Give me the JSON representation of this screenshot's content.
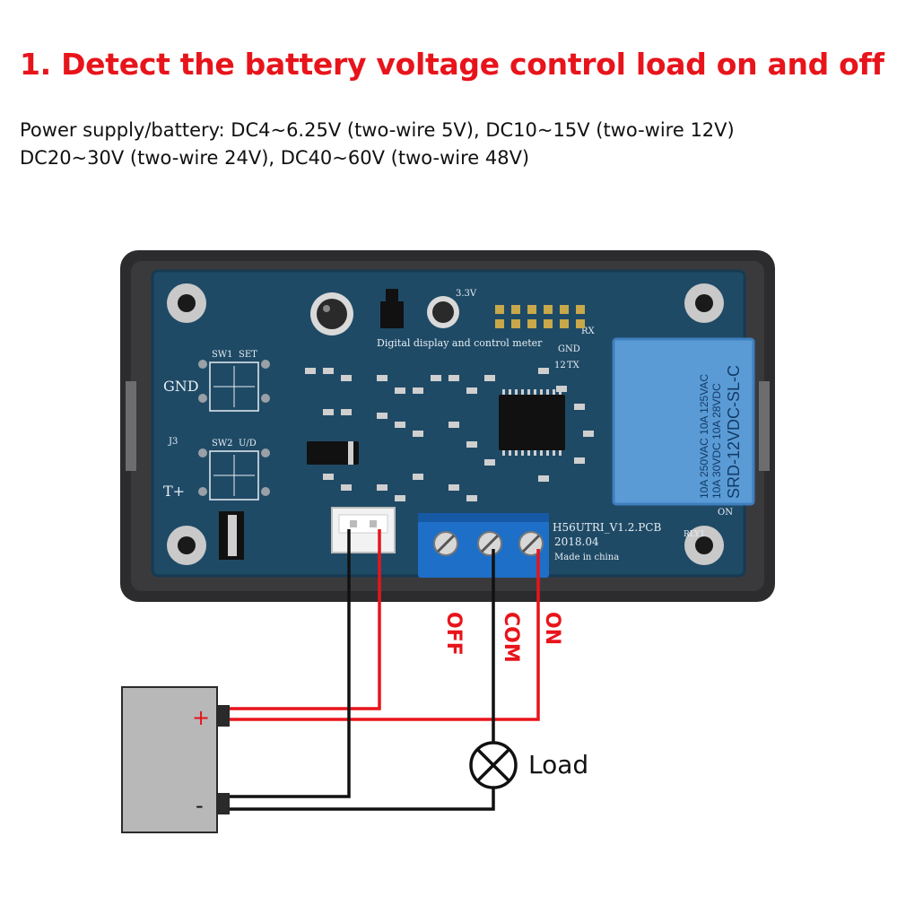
{
  "heading": {
    "title": "1. Detect the battery voltage control load on and off"
  },
  "description": {
    "line1": "Power supply/battery: DC4~6.25V (two-wire 5V), DC10~15V (two-wire 12V)",
    "line2": "DC20~30V (two-wire 24V), DC40~60V (two-wire 48V)"
  },
  "board": {
    "silk_title": "Digital display and control meter",
    "model": "H56UTRI_V1.2.PCB",
    "date": "2018.04",
    "made_in": "Made in china",
    "gnd_label": "GND",
    "tplus_label": "T+",
    "sw1": "SW1",
    "set": "SET",
    "sw2": "SW2",
    "ud": "U/D",
    "j3": "J3",
    "rly": "RLY1",
    "on_silk": "ON",
    "v33": "3.3V",
    "tx": "TX",
    "rx": "RX",
    "gnd2": "GND",
    "k12": "12"
  },
  "relay": {
    "model": "SRD-12VDC-SL-C",
    "rating1": "10A 250VAC  10A 125VAC",
    "rating2": "10A 30VDC  10A 28VDC"
  },
  "terminals": {
    "off": "OFF",
    "com": "COM",
    "on": "ON"
  },
  "battery": {
    "plus": "+",
    "minus": "-"
  },
  "load": {
    "label": "Load"
  },
  "colors": {
    "title_red": "#e8141b",
    "wire_red": "#e8141b",
    "wire_black": "#111111",
    "pcb": "#1f4a66",
    "relay": "#5b9bd5",
    "terminal_block": "#1e6fc8"
  }
}
